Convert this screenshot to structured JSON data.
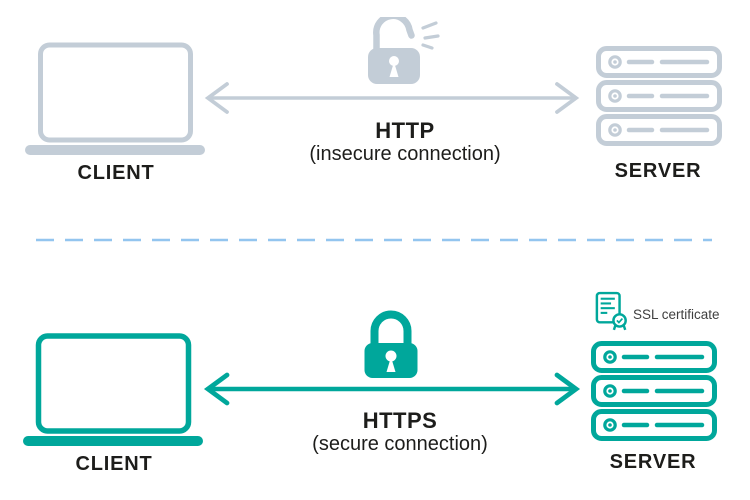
{
  "palette": {
    "insecure_color": "#c3cdd7",
    "secure_color": "#00a79b",
    "divider_color": "#93c5ef",
    "label_color": "#1d1d1b",
    "ssl_label_color": "#3f3f3f",
    "background_color": "#ffffff"
  },
  "http_section": {
    "client_label": "CLIENT",
    "server_label": "SERVER",
    "protocol_label": "HTTP",
    "connection_note": "(insecure connection)",
    "lock_icon": "open-padlock-icon",
    "link_icon": "double-arrow-icon",
    "client_icon": "laptop-icon",
    "server_icon": "server-stack-icon"
  },
  "https_section": {
    "client_label": "CLIENT",
    "server_label": "SERVER",
    "protocol_label": "HTTPS",
    "connection_note": "(secure connection)",
    "ssl_certificate_label": "SSL certificate",
    "lock_icon": "closed-padlock-icon",
    "link_icon": "double-arrow-icon",
    "client_icon": "laptop-icon",
    "server_icon": "server-stack-icon",
    "certificate_icon": "ssl-certificate-icon"
  }
}
